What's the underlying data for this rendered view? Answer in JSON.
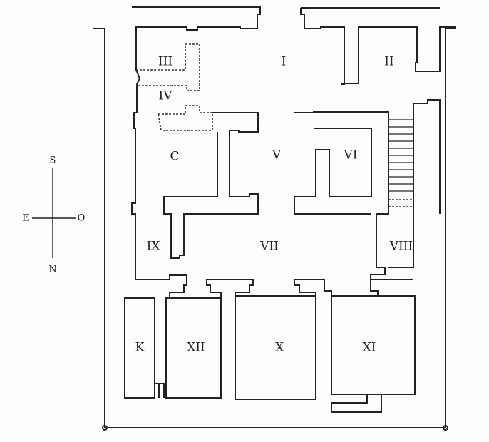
{
  "plan": {
    "rooms": {
      "I": "I",
      "II": "II",
      "III": "III",
      "IV": "IV",
      "C": "C",
      "V": "V",
      "VI": "VI",
      "VII": "VII",
      "VIII": "VIII",
      "IX": "IX",
      "X": "X",
      "XI": "XI",
      "XII": "XII",
      "K": "K"
    }
  },
  "compass": {
    "south": "S",
    "north": "N",
    "east": "E",
    "west": "O"
  }
}
